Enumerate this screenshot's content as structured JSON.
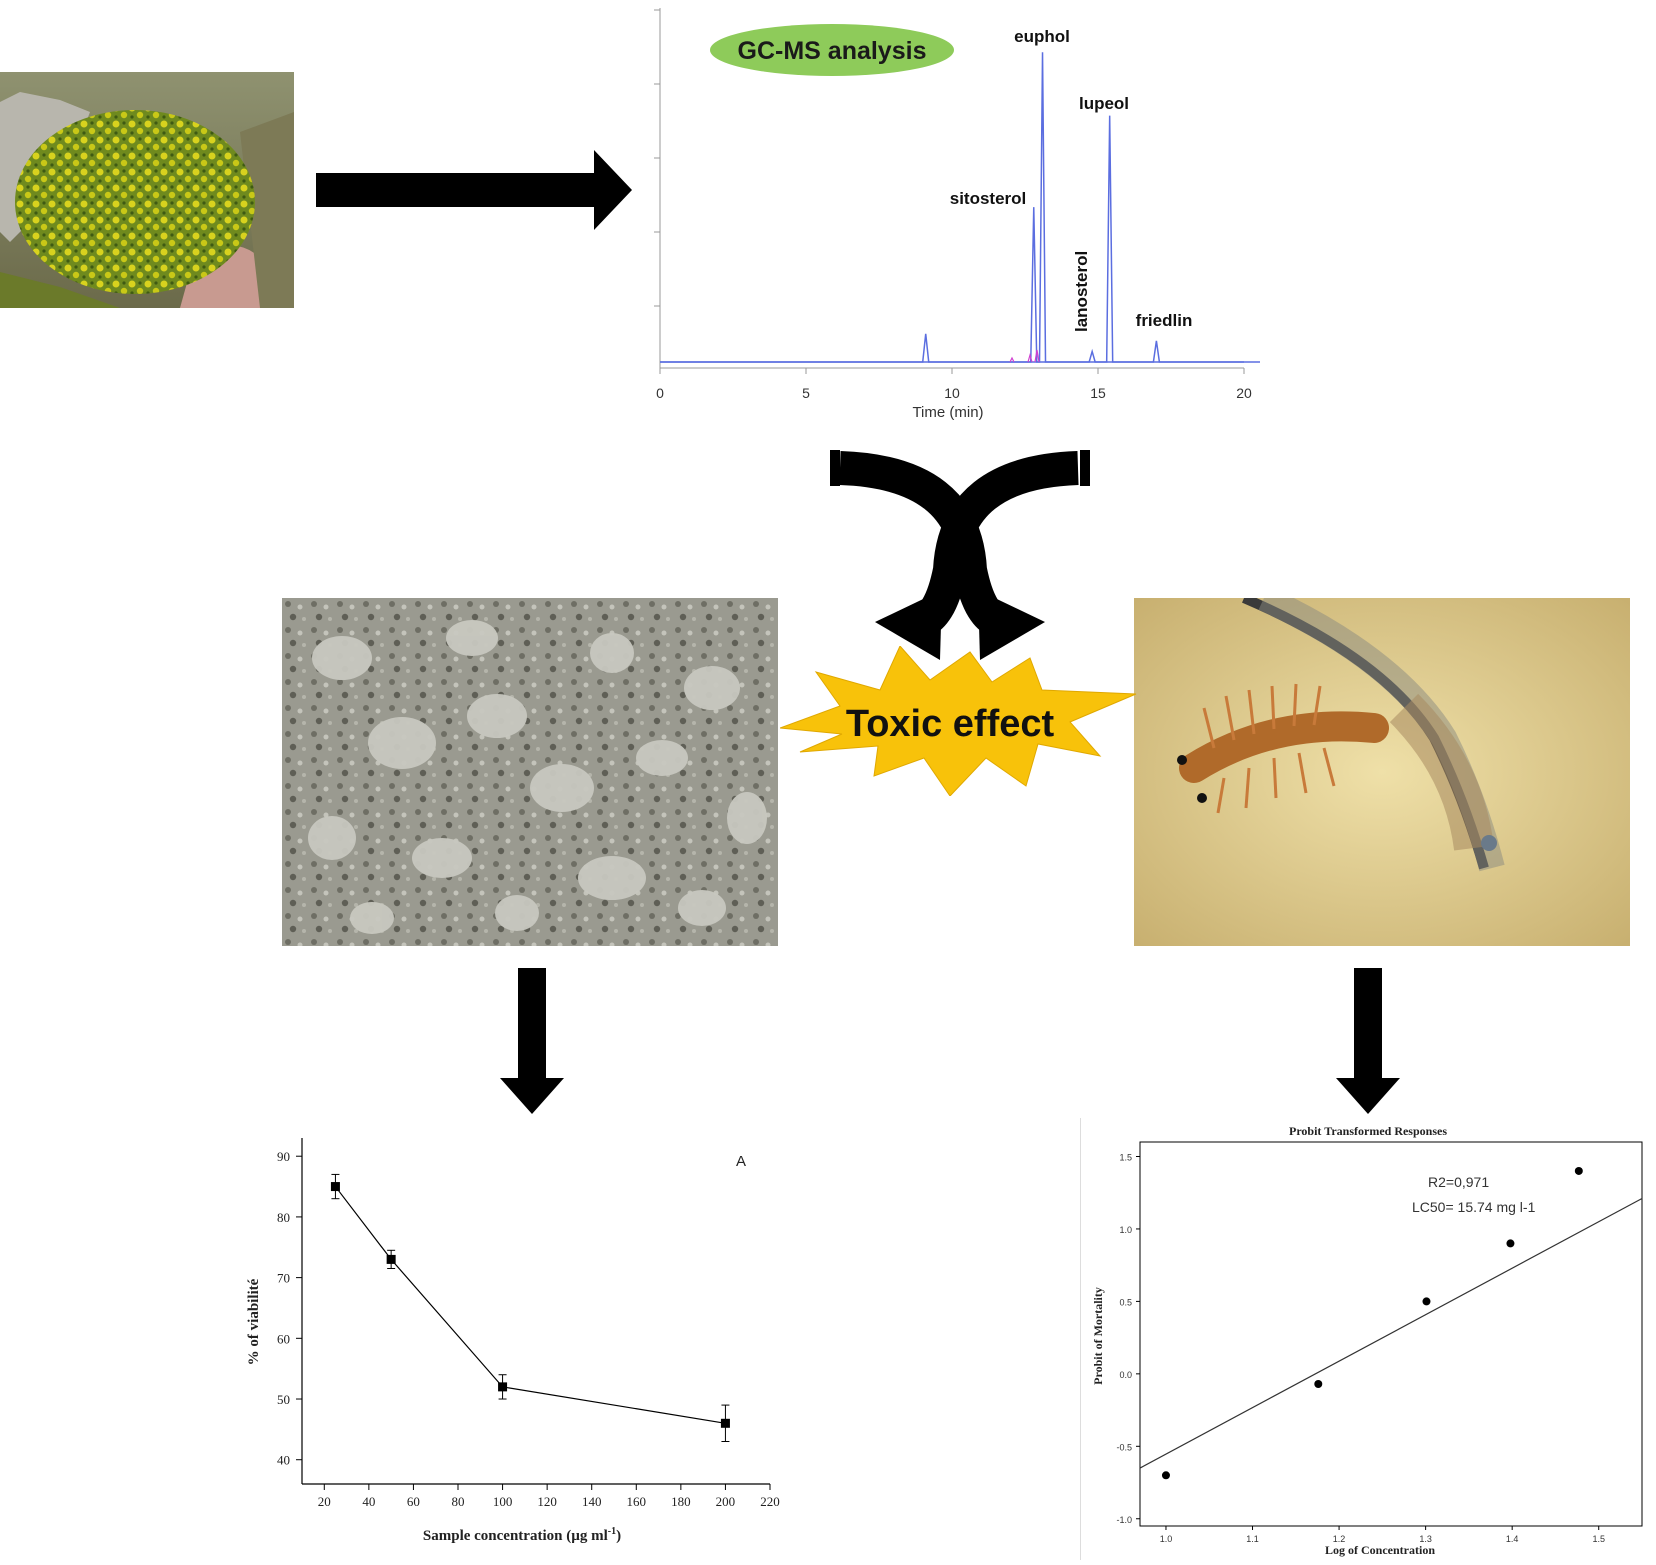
{
  "gcms": {
    "badge": "GC-MS analysis",
    "xlabel": "Time (min)",
    "x_ticks": [
      "0",
      "5",
      "10",
      "15",
      "20"
    ],
    "peak_labels": [
      "euphol",
      "lupeol",
      "sitosterol",
      "lanosterol",
      "friedlin"
    ],
    "colors": {
      "trace": "#5b6ee0",
      "trace2": "#d040d0",
      "badge": "#8ecb5a"
    }
  },
  "toxic": {
    "label": "Toxic effect",
    "burst_color": "#f8c20a"
  },
  "viability_chart": {
    "panel_letter": "A",
    "ylabel": "% of viabilité",
    "xlabel_main": "Sample concentration (µg ml",
    "xlabel_sup": "-1",
    "xlabel_close": ")",
    "x_ticks": [
      "20",
      "40",
      "60",
      "80",
      "100",
      "120",
      "140",
      "160",
      "180",
      "200",
      "220"
    ],
    "y_ticks": [
      "40",
      "50",
      "60",
      "70",
      "80",
      "90"
    ]
  },
  "probit_chart": {
    "title": "Probit Transformed Responses",
    "ylabel": "Probit of Mortality",
    "xlabel": "Log of Concentration",
    "annotation_r2": "R2=0,971",
    "annotation_lc50": "LC50= 15.74 mg l-1",
    "x_ticks": [
      "1.0",
      "1.1",
      "1.2",
      "1.3",
      "1.4",
      "1.5"
    ],
    "y_ticks": [
      "1.5",
      "1.0",
      "0.5",
      "0.0",
      "-0.5",
      "-1.0"
    ]
  },
  "chart_data": [
    {
      "type": "line",
      "title": "",
      "xlabel": "Time (min)",
      "ylabel": "",
      "xlim": [
        0,
        20
      ],
      "peaks": [
        {
          "name": "sitosterol",
          "x": 12.8,
          "y": 0.44
        },
        {
          "name": "euphol",
          "x": 13.1,
          "y": 0.88
        },
        {
          "name": "lanosterol",
          "x": 14.8,
          "y": 0.03
        },
        {
          "name": "lupeol",
          "x": 15.4,
          "y": 0.7
        },
        {
          "name": "friedlin",
          "x": 17.0,
          "y": 0.06
        }
      ],
      "minor_peaks": [
        {
          "x": 9.1,
          "y": 0.08
        }
      ]
    },
    {
      "type": "line",
      "title": "",
      "xlabel": "Sample concentration (µg ml-1)",
      "ylabel": "% of viabilité",
      "xlim": [
        10,
        220
      ],
      "ylim": [
        36,
        93
      ],
      "x": [
        25,
        50,
        100,
        200
      ],
      "y": [
        85,
        73,
        52,
        46
      ],
      "error": [
        2,
        1.5,
        2,
        3
      ],
      "grid": false
    },
    {
      "type": "scatter",
      "title": "Probit Transformed Responses",
      "xlabel": "Log of Concentration",
      "ylabel": "Probit of Mortality",
      "xlim": [
        0.97,
        1.55
      ],
      "ylim": [
        -1.05,
        1.6
      ],
      "x": [
        1.0,
        1.176,
        1.301,
        1.398,
        1.477
      ],
      "y": [
        -0.7,
        -0.07,
        0.5,
        0.9,
        1.4
      ],
      "fit_line": {
        "x": [
          0.97,
          1.55
        ],
        "y": [
          -0.65,
          1.21
        ]
      },
      "grid": false
    }
  ]
}
